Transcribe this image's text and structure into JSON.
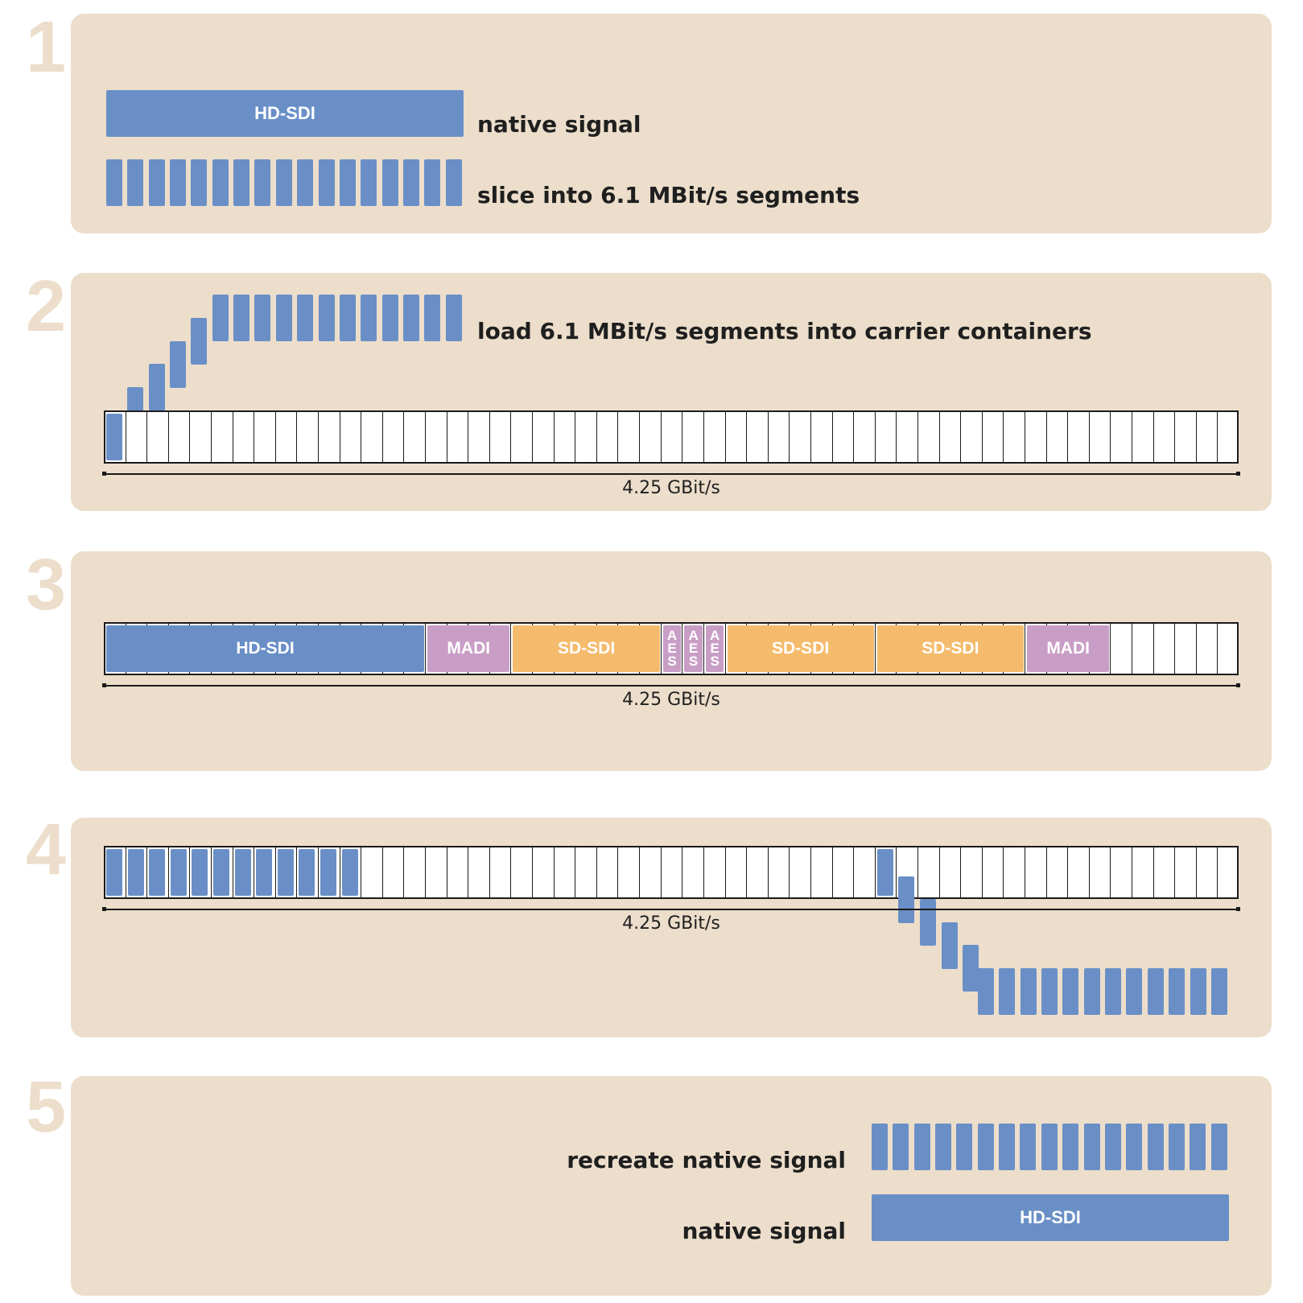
{
  "colors": {
    "panel": "#ecdecb",
    "hd_sdi": "#6a8fc7",
    "madi": "#c99ec6",
    "sd_sdi": "#f5bb6c",
    "aes": "#c99ec6"
  },
  "steps": [
    {
      "number": "1"
    },
    {
      "number": "2"
    },
    {
      "number": "3"
    },
    {
      "number": "4"
    },
    {
      "number": "5"
    }
  ],
  "step1": {
    "native_label": "HD-SDI",
    "native_caption": "native signal",
    "slice_caption": "slice into 6.1 MBit/s segments",
    "segment_count": 17
  },
  "step2": {
    "caption": "load 6.1 MBit/s segments into carrier containers",
    "rate": "4.25 GBit/s",
    "container_count": 53
  },
  "step3": {
    "rate": "4.25 GBit/s",
    "blocks": [
      {
        "label": "HD-SDI",
        "type": "hd_sdi"
      },
      {
        "label": "MADI",
        "type": "madi"
      },
      {
        "label": "SD-SDI",
        "type": "sd_sdi"
      },
      {
        "label": "AES",
        "type": "aes"
      },
      {
        "label": "AES",
        "type": "aes"
      },
      {
        "label": "AES",
        "type": "aes"
      },
      {
        "label": "SD-SDI",
        "type": "sd_sdi"
      },
      {
        "label": "SD-SDI",
        "type": "sd_sdi"
      },
      {
        "label": "MADI",
        "type": "madi"
      }
    ]
  },
  "step4": {
    "rate": "4.25 GBit/s"
  },
  "step5": {
    "recreate_caption": "recreate native signal",
    "native_caption": "native signal",
    "native_label": "HD-SDI",
    "segment_count": 17
  }
}
